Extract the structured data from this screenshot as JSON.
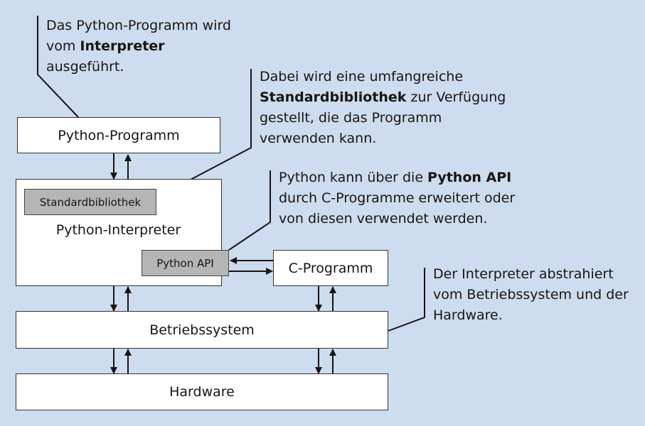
{
  "colors": {
    "background": "#cddcee",
    "box": "#ffffff",
    "inner_box": "#b5b5b5",
    "line": "#1a1414"
  },
  "boxes": {
    "python_program": "Python-Programm",
    "python_interpreter": "Python-Interpreter",
    "standard_library": "Standardbibliothek",
    "python_api": "Python API",
    "c_program": "C-Programm",
    "operating_system": "Betriebssystem",
    "hardware": "Hardware"
  },
  "notes": {
    "interpreter": {
      "pre": "Das Python-Programm wird vom ",
      "bold": "Interpreter",
      "post": " ausgeführt."
    },
    "stdlib": {
      "pre": "Dabei wird eine umfangreiche ",
      "bold": "Standardbibliothek",
      "post": " zur Verfügung gestellt, die das Programm verwenden kann."
    },
    "api": {
      "pre": "Python kann über die ",
      "bold": "Python API",
      "post": " durch C-Programme erweitert oder von diesen verwendet werden."
    },
    "abstraction": {
      "text": "Der Interpreter abstrahiert vom Betriebssystem und der Hardware."
    }
  }
}
